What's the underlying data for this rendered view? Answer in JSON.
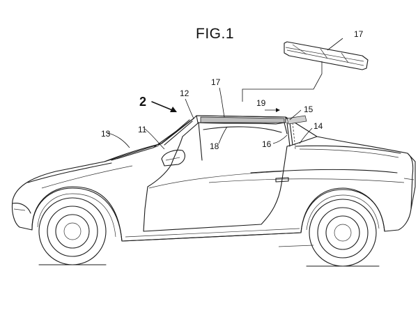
{
  "figure": {
    "title": "FIG.1",
    "labels": {
      "car": "2",
      "windshield": "13",
      "a_pillar": "11",
      "front_header": "12",
      "roof_panel_top": "17",
      "roof_panel_detached": "17",
      "roof_underside": "18",
      "slide_direction": "19",
      "rear_pillar_top": "15",
      "rear_pillar": "16",
      "rear_deck": "14"
    }
  }
}
